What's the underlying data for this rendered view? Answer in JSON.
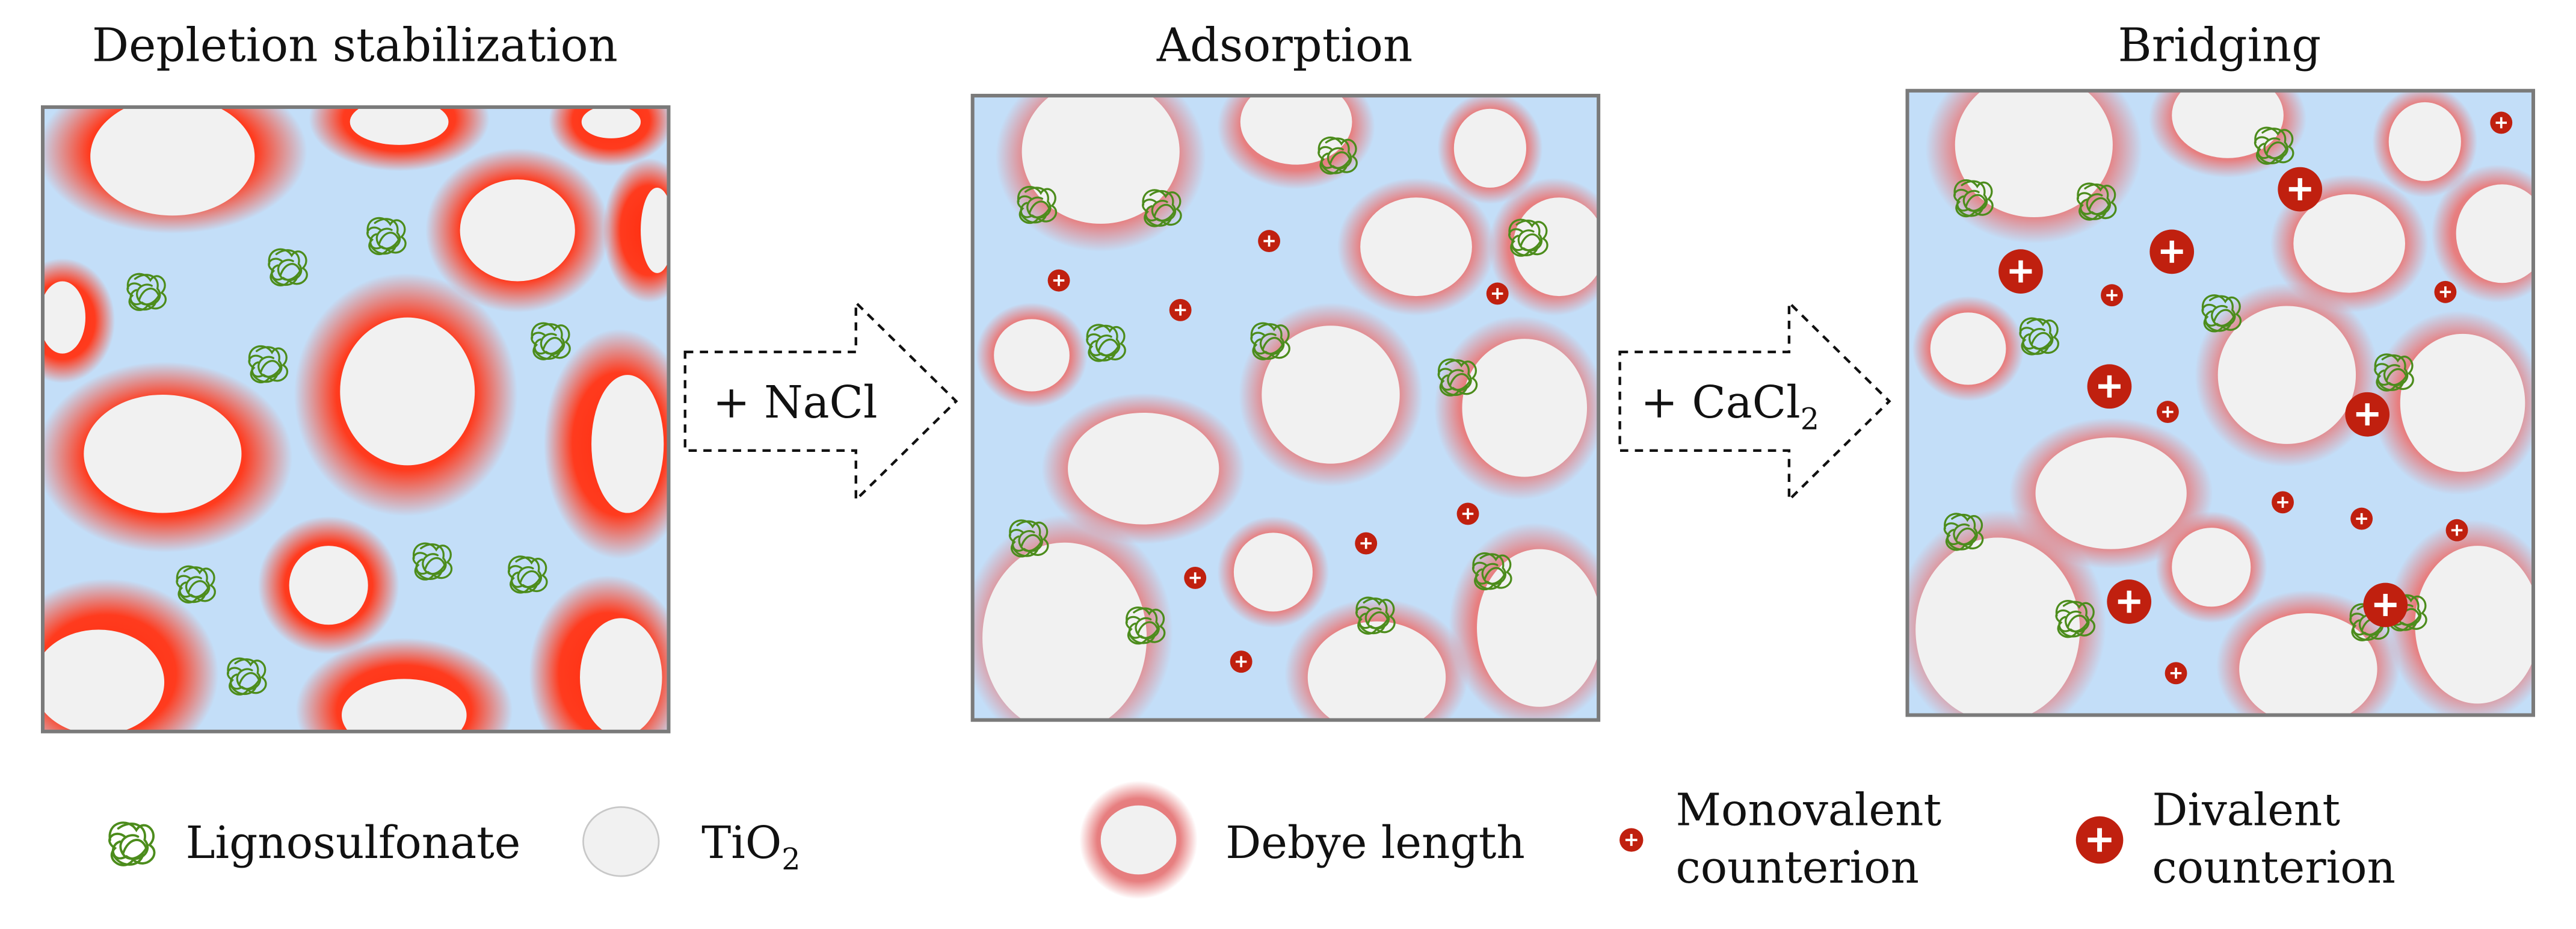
{
  "panels": [
    {
      "title": "Depletion stabilization"
    },
    {
      "title": "Adsorption"
    },
    {
      "title": "Bridging"
    }
  ],
  "arrows": [
    {
      "label": "+ NaCl"
    },
    {
      "label_main": "+ CaCl",
      "label_sub": "2"
    }
  ],
  "legend": {
    "lignosulfonate": "Lignosulfonate",
    "tio2_main": "TiO",
    "tio2_sub": "2",
    "debye": "Debye length",
    "mono_line1": "Monovalent",
    "mono_line2": "counterion",
    "di_line1": "Divalent",
    "di_line2": "counterion"
  },
  "colors": {
    "medium": "#c3def8",
    "particle": "#f1f1f1",
    "halo_strong": "#ff2e10",
    "halo_soft": "#e9787a",
    "polymer": "#4c8c1c",
    "ion": "#c0200f",
    "frame": "#7a7a7a"
  }
}
